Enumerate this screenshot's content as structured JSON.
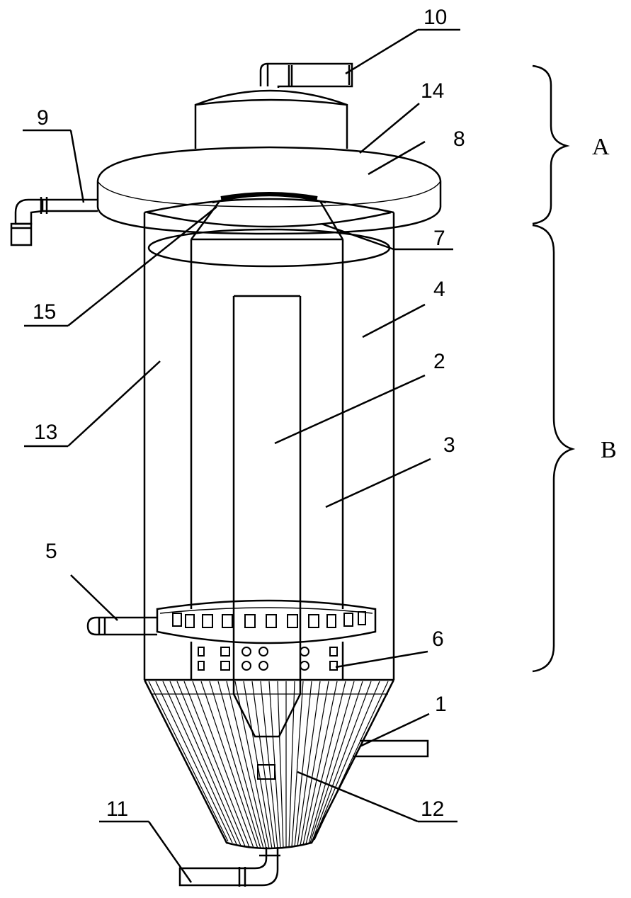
{
  "labels": {
    "l1": "1",
    "l2": "2",
    "l3": "3",
    "l4": "4",
    "l5": "5",
    "l6": "6",
    "l7": "7",
    "l8": "8",
    "l9": "9",
    "l10": "10",
    "l11": "11",
    "l12": "12",
    "l13": "13",
    "l14": "14",
    "l15": "15"
  },
  "sections": {
    "a": "A",
    "b": "B"
  }
}
